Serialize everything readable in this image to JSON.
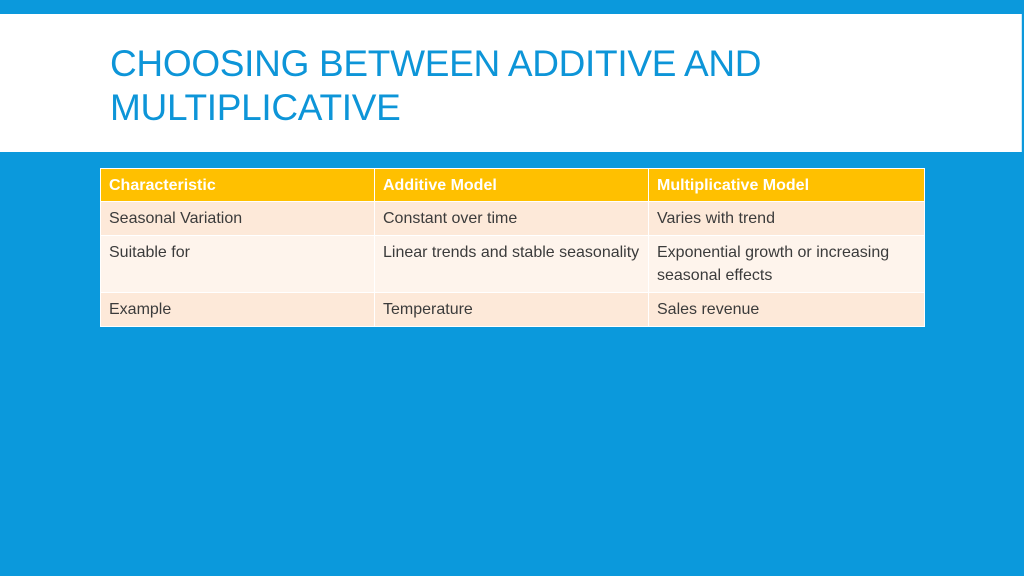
{
  "slide": {
    "title": "CHOOSING BETWEEN ADDITIVE AND MULTIPLICATIVE",
    "title_lines": [
      "CHOOSING BETWEEN ADDITIVE AND",
      "MULTIPLICATIVE"
    ],
    "colors": {
      "background": "#0b99dc",
      "title_band": "#ffffff",
      "title_text": "#0d95d8",
      "header_fill": "#ffc000",
      "row_odd_fill": "#fde9d9",
      "row_even_fill": "#fef4ec",
      "body_text": "#3b3b3b"
    }
  },
  "table": {
    "headers": [
      "Characteristic",
      "Additive Model",
      "Multiplicative Model"
    ],
    "rows": [
      [
        "Seasonal Variation",
        "Constant over time",
        "Varies with trend"
      ],
      [
        "Suitable for",
        "Linear trends and stable seasonality",
        "Exponential growth or increasing seasonal effects"
      ],
      [
        "Example",
        "Temperature",
        "Sales revenue"
      ]
    ]
  }
}
